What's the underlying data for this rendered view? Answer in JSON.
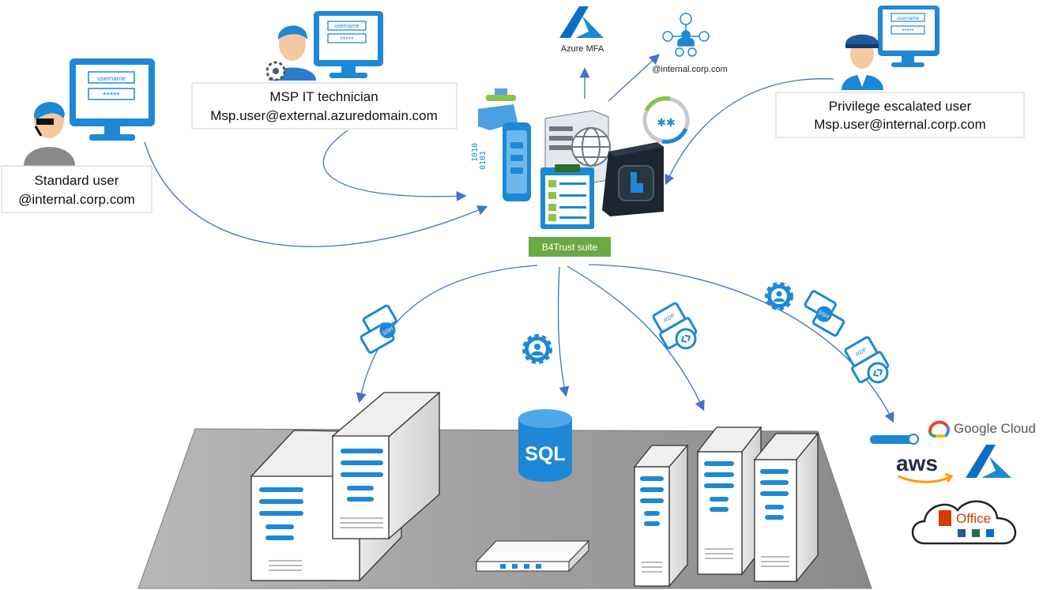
{
  "users": {
    "standard": {
      "title": "Standard user",
      "account": "@internal.corp.com"
    },
    "msp": {
      "title": "MSP IT technician",
      "account": "Msp.user@external.azuredomain.com"
    },
    "privileged": {
      "title": "Privilege escalated user",
      "account": "Msp.user@internal.corp.com"
    }
  },
  "login_form": {
    "username": "username",
    "password": "*****"
  },
  "services": {
    "azure_mfa": "Azure MFA",
    "directory": "@internal.corp.com"
  },
  "hub": {
    "label": "B4Trust suite"
  },
  "protocols": {
    "ssh": "SSH",
    "rdp": "RDP"
  },
  "targets": {
    "database": "SQL",
    "cloud": {
      "google": "Google Cloud",
      "aws": "aws",
      "office": "Office"
    }
  },
  "colors": {
    "accent": "#1e88d6",
    "arrow": "#4472c4",
    "hub_badge": "#6aaa45",
    "floor": "#a9a9a9"
  }
}
